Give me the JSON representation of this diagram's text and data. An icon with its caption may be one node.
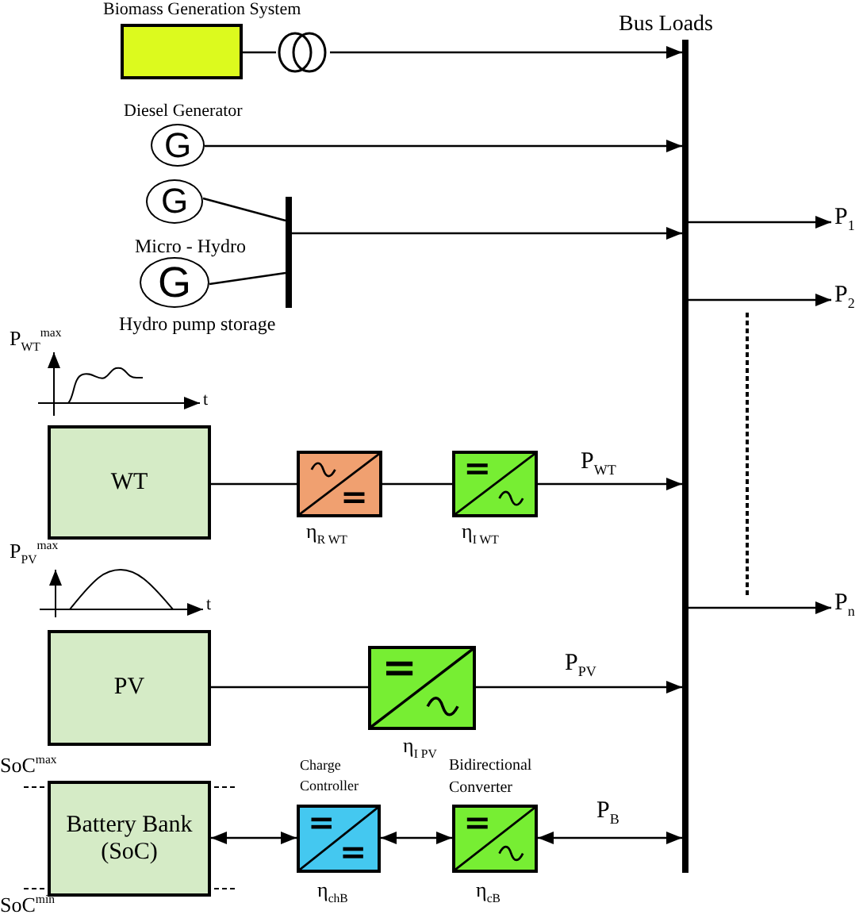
{
  "diagram": {
    "nodes": [
      {
        "text": [
          "Biomass Generation System"
        ]
      },
      {
        "text": [],
        "shape": "circle"
      },
      {
        "text": [
          "Diesel Generator",
          "G"
        ]
      },
      {
        "text": [
          "G"
        ]
      },
      {
        "text": [
          "G"
        ],
        "beside": [
          "Hydro pump storage"
        ]
      },
      {
        "text": [],
        "shape": "bar"
      },
      {
        "text": [
          "Bus Loads"
        ]
      },
      {
        "text": [
          "P$_{1}$"
        ]
      },
      {
        "text": [
          "P$_{2}$"
        ]
      },
      {
        "text": [
          "P$_{n}$"
        ]
      },
      {
        "text": [
          "WT"
        ]
      },
      {
        "text": [],
        "shape": "box",
        "beside": [
          "η$_{R WT}$"
        ]
      },
      {
        "text": [],
        "shape": "box",
        "beside": [
          "η$_{I WT}$"
        ]
      },
      {
        "text": [
          "PV"
        ]
      },
      {
        "text": [],
        "shape": "box",
        "beside": [
          "η$_{I PV}$"
        ]
      },
      {
        "text": [
          "Battery Bank (SoC)"
        ]
      },
      {
        "text": [
          "Charge Controller"
        ],
        "beside": [
          "η$_{chB}$"
        ]
      },
      {
        "text": [
          "Bidirectional Converter"
        ],
        "beside": [
          "η$_{cB}$"
        ]
      }
    ],
    "edges": [
      {
        "from": 0,
        "to": 1,
        "arrow": "none"
      },
      {
        "from": 1,
        "to": 6,
        "arrow": "to"
      },
      {
        "from": 2,
        "to": 6,
        "arrow": "to"
      },
      {
        "from": 3,
        "to": 5,
        "arrow": "none"
      },
      {
        "from": 4,
        "to": 5,
        "arrow": "none"
      },
      {
        "from": 5,
        "to": 6,
        "arrow": "to"
      },
      {
        "from": 6,
        "to": 7,
        "arrow": "to"
      },
      {
        "from": 6,
        "to": 8,
        "arrow": "to"
      },
      {
        "from": 6,
        "to": 9,
        "arrow": "to"
      },
      {
        "from": 10,
        "to": 11,
        "arrow": "none"
      },
      {
        "from": 11,
        "to": 12,
        "arrow": "none"
      },
      {
        "from": 12,
        "to": 6,
        "arrow": "to",
        "label": "P$_{WT}$"
      },
      {
        "from": 13,
        "to": 14,
        "arrow": "none"
      },
      {
        "from": 14,
        "to": 6,
        "arrow": "to",
        "label": "P$_{PV}$"
      },
      {
        "from": 15,
        "to": 16,
        "arrow": "both"
      },
      {
        "from": 16,
        "to": 17,
        "arrow": "both"
      },
      {
        "from": 17,
        "to": 6,
        "arrow": "both",
        "label": "P$_{B}$"
      }
    ],
    "labels": [
      "Micro - Hydro",
      "P$_{WT}$$^{max}$",
      "t",
      "P$_{PV}$$^{max}$",
      "t",
      "SoC$^{max}$",
      "SoC$^{min}$"
    ]
  }
}
